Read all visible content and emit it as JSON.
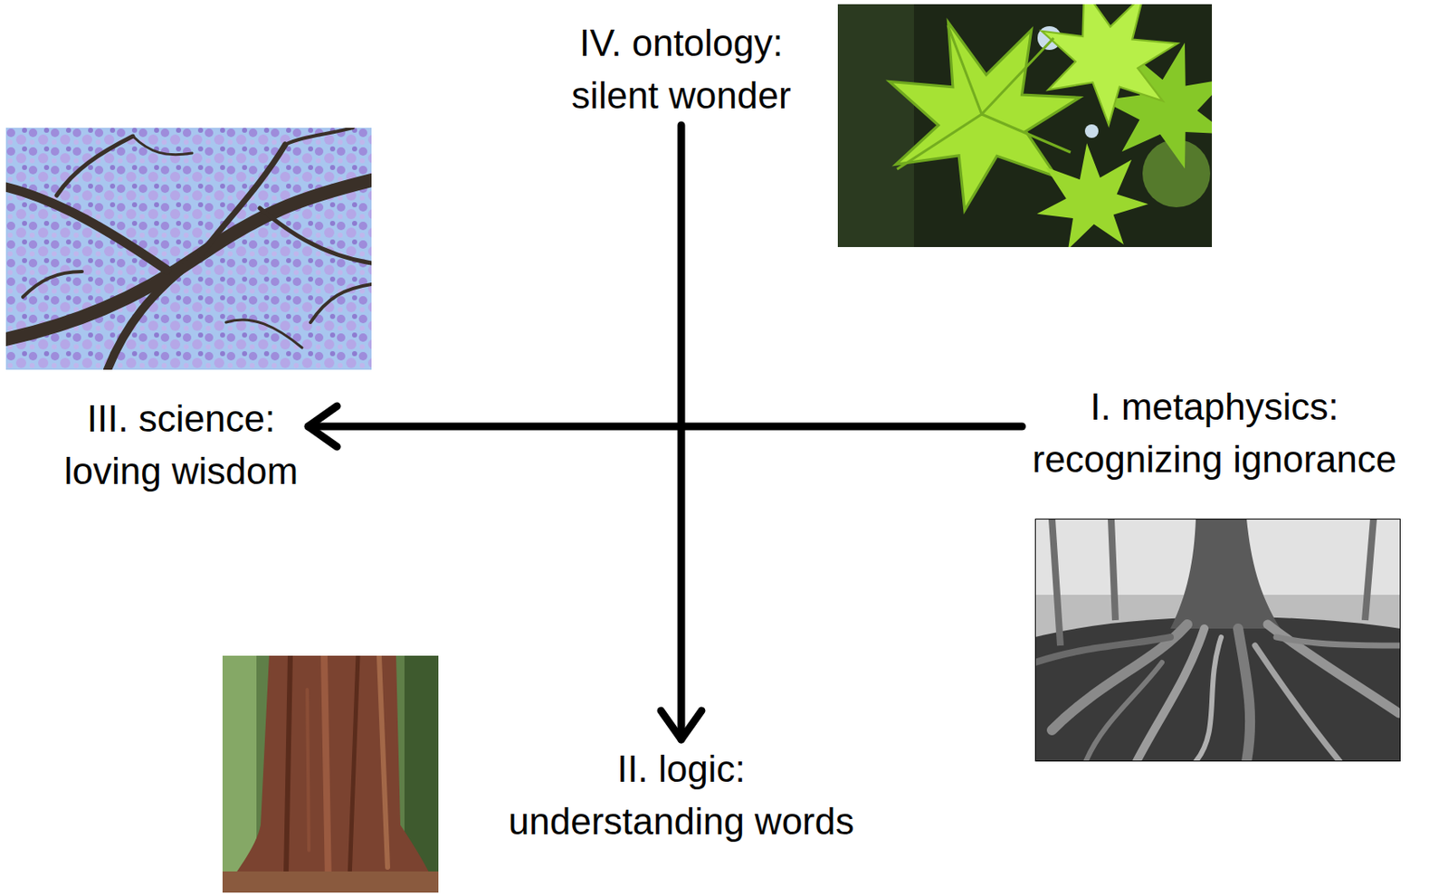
{
  "diagram": {
    "nodes": [
      {
        "text": [
          "IV. ontology:",
          "silent wonder"
        ]
      },
      {
        "text": [
          "III. science:",
          "loving wisdom"
        ]
      },
      {
        "text": [
          "I. metaphysics:",
          "recognizing ignorance"
        ]
      },
      {
        "text": [
          "II. logic:",
          "understanding words"
        ]
      }
    ],
    "edges": [
      {
        "from": 2,
        "to": 1,
        "arrow": "to"
      },
      {
        "from": 0,
        "to": 3,
        "arrow": "to"
      }
    ]
  }
}
